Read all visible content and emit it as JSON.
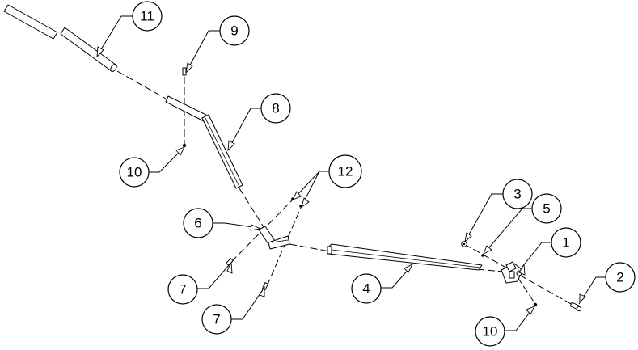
{
  "callouts": [
    {
      "id": "c11",
      "label": "11"
    },
    {
      "id": "c9",
      "label": "9"
    },
    {
      "id": "c8",
      "label": "8"
    },
    {
      "id": "c10a",
      "label": "10"
    },
    {
      "id": "c12",
      "label": "12"
    },
    {
      "id": "c6",
      "label": "6"
    },
    {
      "id": "c7a",
      "label": "7"
    },
    {
      "id": "c7b",
      "label": "7"
    },
    {
      "id": "c4",
      "label": "4"
    },
    {
      "id": "c3",
      "label": "3"
    },
    {
      "id": "c5",
      "label": "5"
    },
    {
      "id": "c1",
      "label": "1"
    },
    {
      "id": "c2",
      "label": "2"
    },
    {
      "id": "c10b",
      "label": "10"
    }
  ]
}
